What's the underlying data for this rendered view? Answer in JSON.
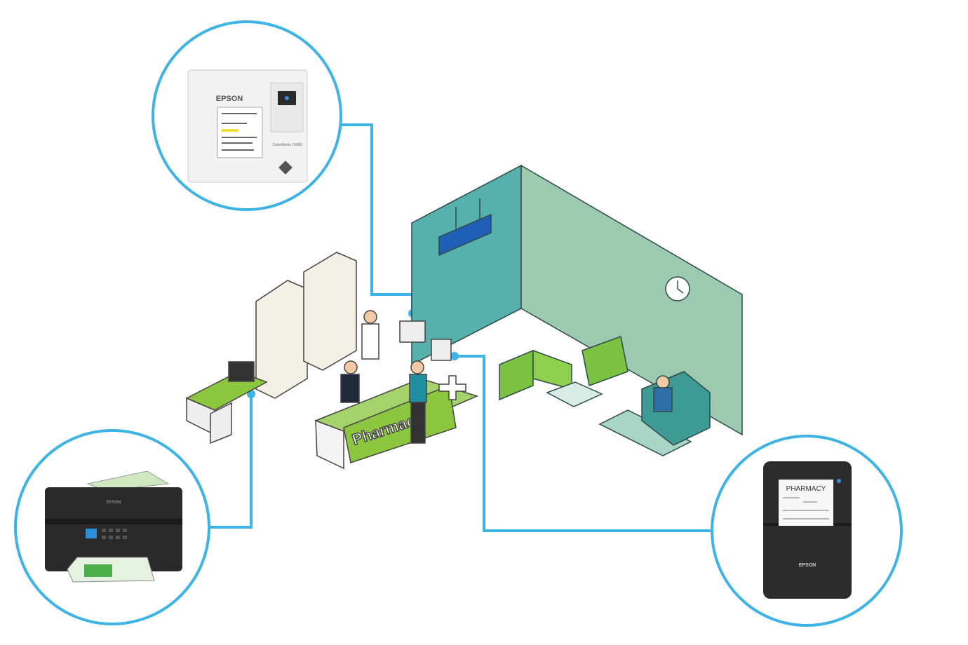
{
  "colors": {
    "connector": "#3db3e6",
    "wall_left": "#56b0ad",
    "wall_right": "#9cc9b0",
    "green": "#8cc63f",
    "printer_dark": "#2a2a2a"
  },
  "label_printer": {
    "brand": "EPSON",
    "model": "ColorWorks C4000"
  },
  "inkjet_printer": {
    "brand": "EPSON"
  },
  "receipt_printer": {
    "brand": "EPSON",
    "receipt_title": "PHARMACY"
  },
  "counter": {
    "sign": "Pharmacy"
  }
}
